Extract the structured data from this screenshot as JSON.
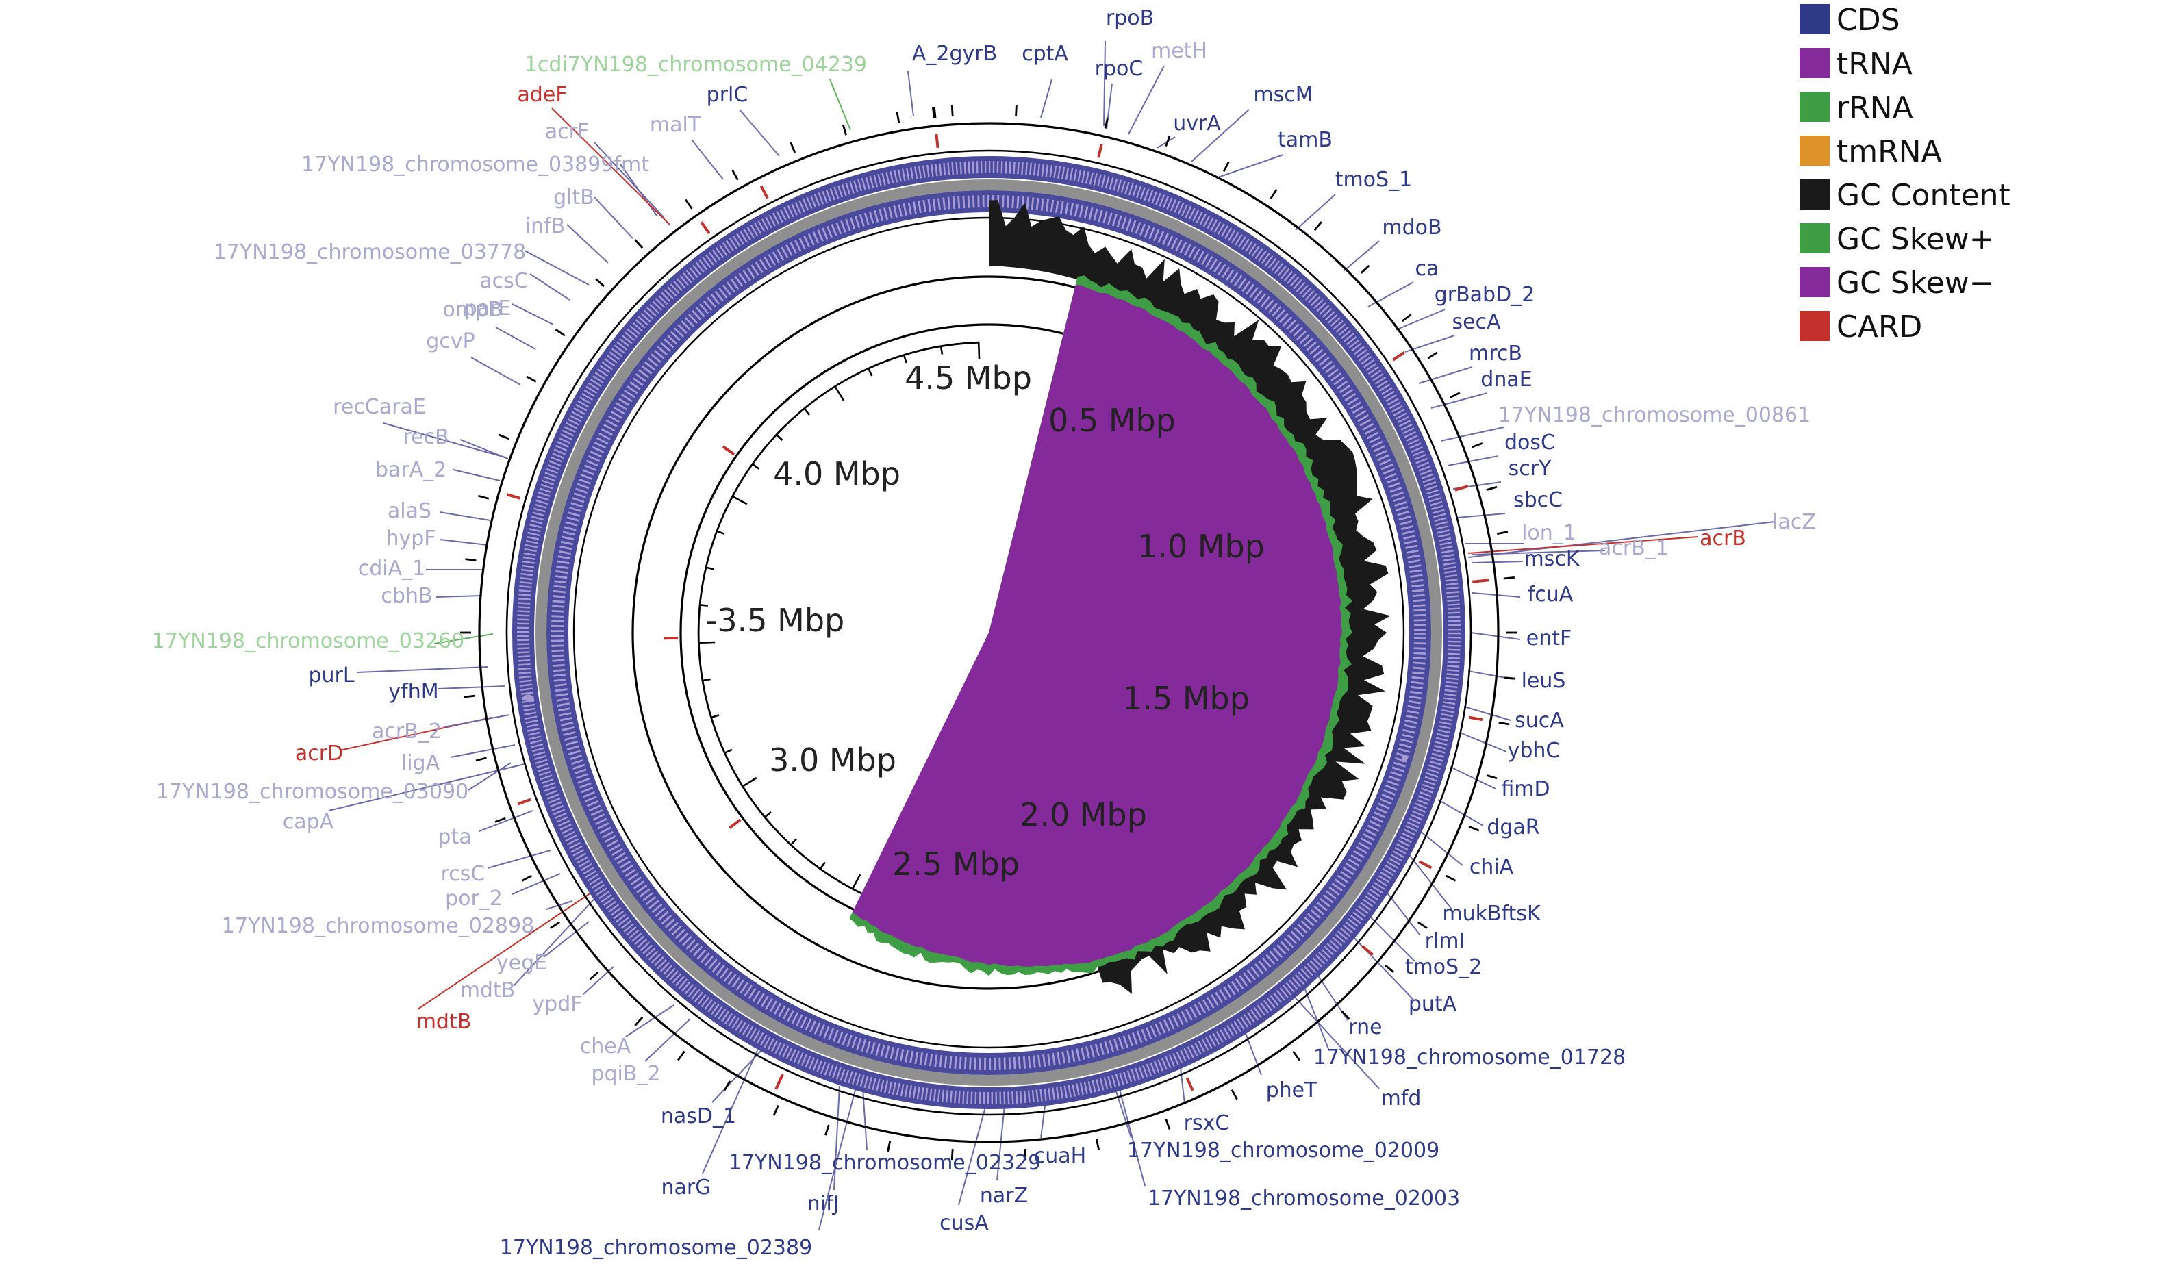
{
  "scale": {
    "labels": [
      "0.5 Mbp",
      "1.0 Mbp",
      "1.5 Mbp",
      "2.0 Mbp",
      "2.5 Mbp",
      "3.0 Mbp",
      "-3.5 Mbp",
      "4.0 Mbp",
      "4.5 Mbp"
    ]
  },
  "legend": {
    "items": [
      {
        "label": "CDS",
        "color": "#2e3a87"
      },
      {
        "label": "tRNA",
        "color": "#852a9a"
      },
      {
        "label": "rRNA",
        "color": "#3f9e45"
      },
      {
        "label": "tmRNA",
        "color": "#e0922a"
      },
      {
        "label": "GC Content",
        "color": "#1a1a1a"
      },
      {
        "label": "GC Skew+",
        "color": "#3f9e45"
      },
      {
        "label": "GC Skew−",
        "color": "#852a9a"
      },
      {
        "label": "CARD",
        "color": "#c4312c"
      }
    ]
  },
  "colors": {
    "cds": "#2e3a87",
    "cds_faded": "#a8a9cc",
    "trna": "#852a9a",
    "rrna": "#3f9e45",
    "rrna_faded": "#9ed29b",
    "gc_content": "#1a1a1a",
    "card": "#c4312c"
  },
  "gene_labels": [
    {
      "text": "rpoB",
      "tone": "cds"
    },
    {
      "text": "rpoC",
      "tone": "cds"
    },
    {
      "text": "metH",
      "tone": "cds_faded"
    },
    {
      "text": "uvrA",
      "tone": "cds"
    },
    {
      "text": "mscM",
      "tone": "cds"
    },
    {
      "text": "tamB",
      "tone": "cds"
    },
    {
      "text": "tmoS_1",
      "tone": "cds"
    },
    {
      "text": "mdoB",
      "tone": "cds"
    },
    {
      "text": "ca",
      "tone": "cds"
    },
    {
      "text": "grBabD_2",
      "tone": "cds"
    },
    {
      "text": "secA",
      "tone": "cds"
    },
    {
      "text": "mrcB",
      "tone": "cds"
    },
    {
      "text": "dnaE",
      "tone": "cds"
    },
    {
      "text": "17YN198_chromosome_00861",
      "tone": "cds_faded"
    },
    {
      "text": "dosC",
      "tone": "cds"
    },
    {
      "text": "scrY",
      "tone": "cds"
    },
    {
      "text": "sbcC",
      "tone": "cds"
    },
    {
      "text": "lon_1",
      "tone": "cds_faded"
    },
    {
      "text": "lacZ",
      "tone": "cds_faded"
    },
    {
      "text": "acrB_1",
      "tone": "cds_faded"
    },
    {
      "text": "acrB",
      "tone": "card"
    },
    {
      "text": "mscK",
      "tone": "cds"
    },
    {
      "text": "fcuA",
      "tone": "cds"
    },
    {
      "text": "entF",
      "tone": "cds"
    },
    {
      "text": "leuS",
      "tone": "cds"
    },
    {
      "text": "sucA",
      "tone": "cds"
    },
    {
      "text": "ybhC",
      "tone": "cds"
    },
    {
      "text": "fimD",
      "tone": "cds"
    },
    {
      "text": "dgaR",
      "tone": "cds"
    },
    {
      "text": "chiA",
      "tone": "cds"
    },
    {
      "text": "mukBftsK",
      "tone": "cds"
    },
    {
      "text": "rlmI",
      "tone": "cds"
    },
    {
      "text": "tmoS_2",
      "tone": "cds"
    },
    {
      "text": "putA",
      "tone": "cds"
    },
    {
      "text": "rne",
      "tone": "cds"
    },
    {
      "text": "17YN198_chromosome_01728",
      "tone": "cds"
    },
    {
      "text": "mfd",
      "tone": "cds"
    },
    {
      "text": "pheT",
      "tone": "cds"
    },
    {
      "text": "rsxC",
      "tone": "cds"
    },
    {
      "text": "17YN198_chromosome_02009",
      "tone": "cds"
    },
    {
      "text": "17YN198_chromosome_02003",
      "tone": "cds"
    },
    {
      "text": "cuaH",
      "tone": "cds"
    },
    {
      "text": "narZ",
      "tone": "cds"
    },
    {
      "text": "cusA",
      "tone": "cds"
    },
    {
      "text": "17YN198_chromosome_02329",
      "tone": "cds"
    },
    {
      "text": "nifJ",
      "tone": "cds"
    },
    {
      "text": "17YN198_chromosome_02389",
      "tone": "cds"
    },
    {
      "text": "narG",
      "tone": "cds"
    },
    {
      "text": "nasD_1",
      "tone": "cds"
    },
    {
      "text": "pqiB_2",
      "tone": "cds_faded"
    },
    {
      "text": "cheA",
      "tone": "cds_faded"
    },
    {
      "text": "ypdF",
      "tone": "cds_faded"
    },
    {
      "text": "mdtB",
      "tone": "card"
    },
    {
      "text": "mdtB",
      "tone": "cds_faded"
    },
    {
      "text": "yegE",
      "tone": "cds_faded"
    },
    {
      "text": "17YN198_chromosome_02898",
      "tone": "cds_faded"
    },
    {
      "text": "por_2",
      "tone": "cds_faded"
    },
    {
      "text": "rcsC",
      "tone": "cds_faded"
    },
    {
      "text": "pta",
      "tone": "cds_faded"
    },
    {
      "text": "capA",
      "tone": "cds_faded"
    },
    {
      "text": "17YN198_chromosome_03090",
      "tone": "cds_faded"
    },
    {
      "text": "ligA",
      "tone": "cds_faded"
    },
    {
      "text": "acrD",
      "tone": "card"
    },
    {
      "text": "acrB_2",
      "tone": "cds_faded"
    },
    {
      "text": "yfhM",
      "tone": "cds"
    },
    {
      "text": "purL",
      "tone": "cds"
    },
    {
      "text": "17YN198_chromosome_03260",
      "tone": "rrna_faded"
    },
    {
      "text": "cbhB",
      "tone": "cds_faded"
    },
    {
      "text": "cdiA_1",
      "tone": "cds_faded"
    },
    {
      "text": "hypF",
      "tone": "cds_faded"
    },
    {
      "text": "alaS",
      "tone": "cds_faded"
    },
    {
      "text": "barA_2",
      "tone": "cds_faded"
    },
    {
      "text": "recB",
      "tone": "cds_faded"
    },
    {
      "text": "recCaraE",
      "tone": "cds_faded"
    },
    {
      "text": "gcvP",
      "tone": "cds_faded"
    },
    {
      "text": "ompB",
      "tone": "cds_faded"
    },
    {
      "text": "parE",
      "tone": "cds_faded"
    },
    {
      "text": "acsC",
      "tone": "cds_faded"
    },
    {
      "text": "17YN198_chromosome_03778",
      "tone": "cds_faded"
    },
    {
      "text": "infB",
      "tone": "cds_faded"
    },
    {
      "text": "gltB",
      "tone": "cds_faded"
    },
    {
      "text": "17YN198_chromosome_03899fmt",
      "tone": "cds_faded"
    },
    {
      "text": "acrF",
      "tone": "cds_faded"
    },
    {
      "text": "adeF",
      "tone": "card"
    },
    {
      "text": "malT",
      "tone": "cds_faded"
    },
    {
      "text": "1cdi7YN198_chromosome_04239",
      "tone": "rrna_faded"
    },
    {
      "text": "prlC",
      "tone": "cds"
    },
    {
      "text": "A_2gyrB",
      "tone": "cds"
    },
    {
      "text": "cptA",
      "tone": "cds"
    }
  ]
}
